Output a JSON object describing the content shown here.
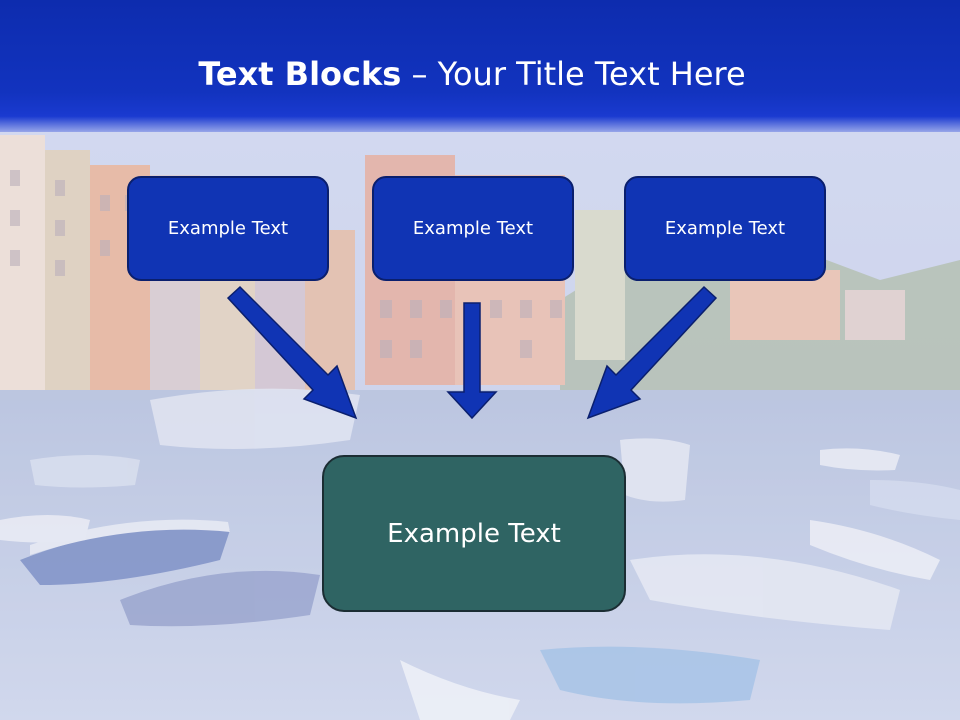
{
  "slide": {
    "title_bold": "Text Blocks",
    "title_dash": " – ",
    "title_rest": "Your Title Text Here"
  },
  "diagram": {
    "top_blocks": [
      {
        "text": "Example Text"
      },
      {
        "text": "Example Text"
      },
      {
        "text": "Example Text"
      }
    ],
    "bottom_block": {
      "text": "Example Text"
    }
  },
  "colors": {
    "header": "#1233bf",
    "top_block_fill": "#1034b4",
    "bottom_block_fill": "#2f6463",
    "arrow": "#1034b4"
  }
}
